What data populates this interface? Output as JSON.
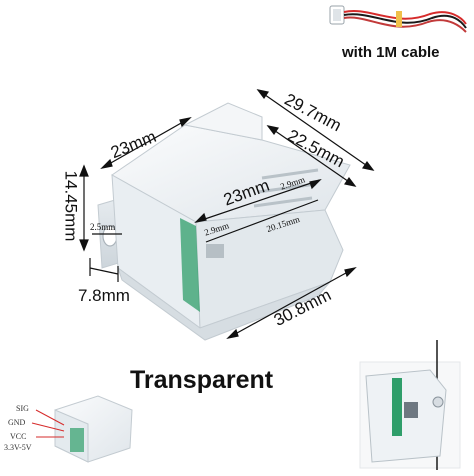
{
  "cable_label": "with 1M cable",
  "product_title": "Transparent",
  "dimensions": {
    "top_width": "23mm",
    "height": "14.45mm",
    "depth_total": "29.7mm",
    "depth_body": "22.5mm",
    "inner_width": "23mm",
    "slot_left": "2.9mm",
    "slot_right": "2.9mm",
    "slot_length": "20.15mm",
    "hole_spacing": "2.5mm",
    "tab_width": "7.8mm",
    "bottom_length": "30.8mm"
  },
  "pins": [
    "SIG",
    "GND",
    "VCC",
    "3.3V-5V"
  ],
  "colors": {
    "cable_red": "#d62b2b",
    "cable_black": "#1a1a1a",
    "pcb_green": "#2f9e6a",
    "housing": "#eef2f5"
  }
}
